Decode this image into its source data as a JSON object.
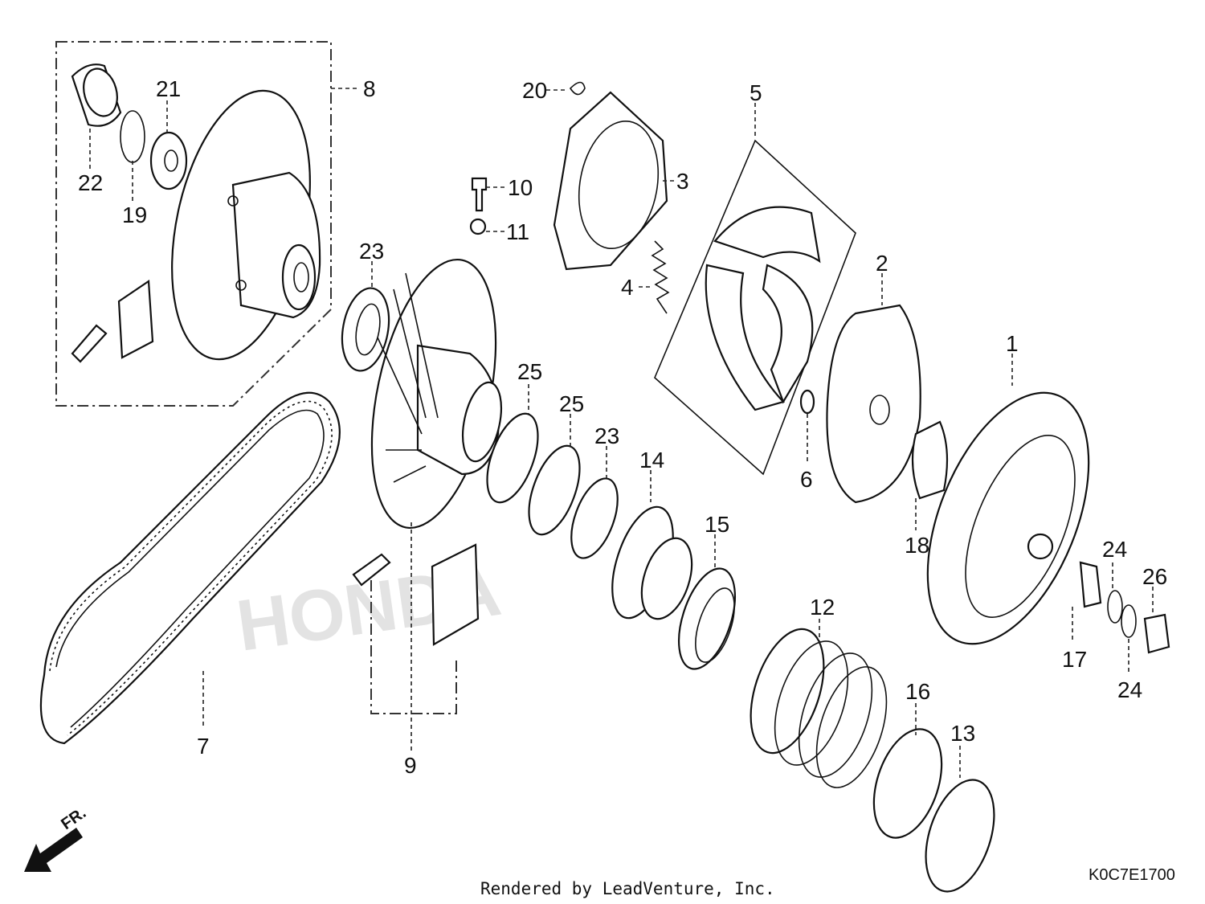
{
  "diagram": {
    "callouts": [
      {
        "id": "c1",
        "label": "1"
      },
      {
        "id": "c2",
        "label": "2"
      },
      {
        "id": "c3",
        "label": "3"
      },
      {
        "id": "c4",
        "label": "4"
      },
      {
        "id": "c5",
        "label": "5"
      },
      {
        "id": "c6",
        "label": "6"
      },
      {
        "id": "c7",
        "label": "7"
      },
      {
        "id": "c8",
        "label": "8"
      },
      {
        "id": "c9",
        "label": "9"
      },
      {
        "id": "c10",
        "label": "10"
      },
      {
        "id": "c11",
        "label": "11"
      },
      {
        "id": "c12",
        "label": "12"
      },
      {
        "id": "c13",
        "label": "13"
      },
      {
        "id": "c14",
        "label": "14"
      },
      {
        "id": "c15",
        "label": "15"
      },
      {
        "id": "c16",
        "label": "16"
      },
      {
        "id": "c17",
        "label": "17"
      },
      {
        "id": "c18",
        "label": "18"
      },
      {
        "id": "c19",
        "label": "19"
      },
      {
        "id": "c20",
        "label": "20"
      },
      {
        "id": "c21",
        "label": "21"
      },
      {
        "id": "c22",
        "label": "22"
      },
      {
        "id": "c23a",
        "label": "23"
      },
      {
        "id": "c23b",
        "label": "23"
      },
      {
        "id": "c24a",
        "label": "24"
      },
      {
        "id": "c24b",
        "label": "24"
      },
      {
        "id": "c25a",
        "label": "25"
      },
      {
        "id": "c25b",
        "label": "25"
      },
      {
        "id": "c26",
        "label": "26"
      }
    ],
    "direction_label": "FR.",
    "diagram_code": "K0C7E1700",
    "watermark_text": "HONDA",
    "credit": "Rendered by LeadVenture, Inc."
  }
}
